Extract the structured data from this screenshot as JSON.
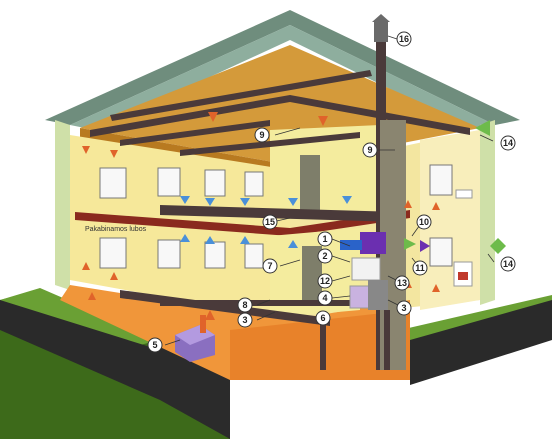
{
  "wall_label": "Pakabinamos lubos",
  "callouts": [
    {
      "num": "1"
    },
    {
      "num": "2"
    },
    {
      "num": "3"
    },
    {
      "num": "3"
    },
    {
      "num": "4"
    },
    {
      "num": "5"
    },
    {
      "num": "6"
    },
    {
      "num": "7"
    },
    {
      "num": "8"
    },
    {
      "num": "9"
    },
    {
      "num": "9"
    },
    {
      "num": "10"
    },
    {
      "num": "11"
    },
    {
      "num": "12"
    },
    {
      "num": "13"
    },
    {
      "num": "14"
    },
    {
      "num": "14"
    },
    {
      "num": "15"
    },
    {
      "num": "16"
    }
  ],
  "colors": {
    "supply_arrow": "#e0632a",
    "return_arrow": "#4a90d9",
    "exhaust_arrow": "#6dbb4a",
    "duct": "#4a3a3a",
    "heat_exchanger": "#6b2fb0",
    "ground": "#5a8f2a",
    "roof": "#7a9a88",
    "wall": "#f7ee9a"
  }
}
